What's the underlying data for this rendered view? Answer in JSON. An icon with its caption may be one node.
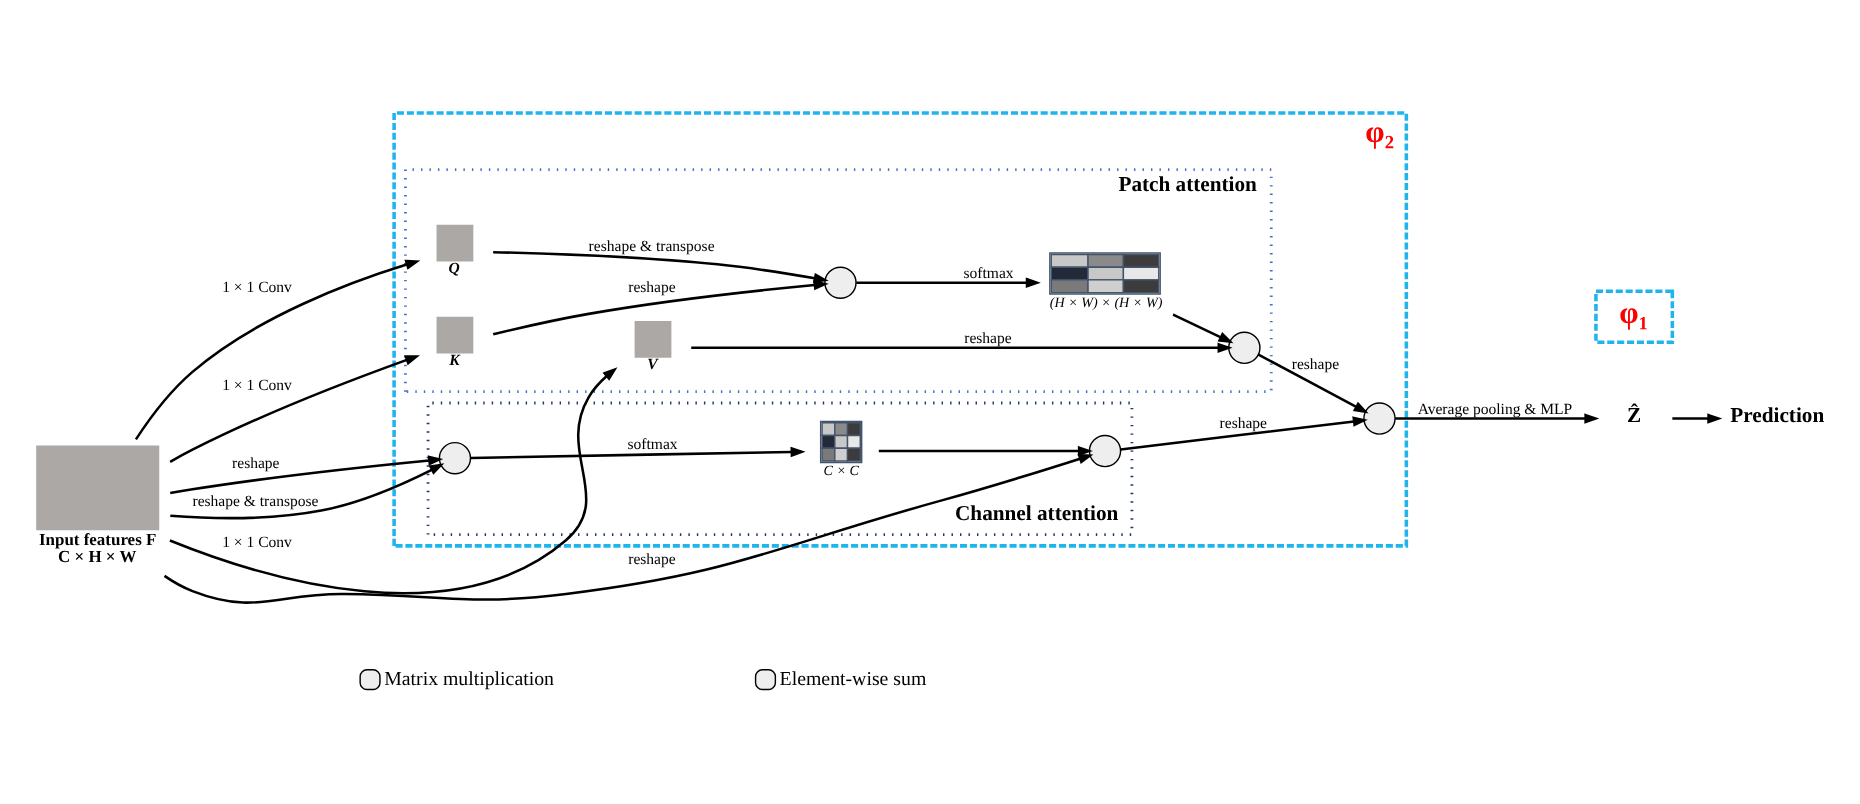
{
  "diagram": {
    "nodes": [
      {
        "text": [
          "φ₂"
        ]
      },
      {
        "text": [
          "Patch attention"
        ],
        "in": 0
      },
      {
        "text": [
          "Q"
        ],
        "in": 1
      },
      {
        "text": [
          "K"
        ],
        "in": 1
      },
      {
        "text": [
          "V"
        ],
        "in": 1
      },
      {
        "text": [],
        "shape": "circle",
        "in": 1
      },
      {
        "text": [
          "(H × W) × (H × W)"
        ],
        "in": 1
      },
      {
        "text": [],
        "shape": "circle",
        "in": 1
      },
      {
        "text": [
          "Channel attention"
        ],
        "in": 0
      },
      {
        "text": [],
        "shape": "circle",
        "in": 8
      },
      {
        "text": [
          "C × C"
        ],
        "in": 8
      },
      {
        "text": [],
        "shape": "circle",
        "in": 8
      },
      {
        "text": [],
        "shape": "circle",
        "in": 0
      },
      {
        "text": [
          "Input features F",
          "C × H × W"
        ]
      },
      {
        "text": [
          "Ẑ"
        ]
      },
      {
        "text": [
          "φ₁"
        ]
      },
      {
        "text": [
          "Prediction"
        ]
      }
    ],
    "edges": [
      {
        "from": 13,
        "to": 2,
        "arrow": "to",
        "label": "1 × 1 Conv"
      },
      {
        "from": 13,
        "to": 3,
        "arrow": "to",
        "label": "1 × 1 Conv"
      },
      {
        "from": 13,
        "to": 4,
        "arrow": "to",
        "label": "1 × 1 Conv"
      },
      {
        "from": 2,
        "to": 5,
        "arrow": "to",
        "label": "reshape & transpose"
      },
      {
        "from": 3,
        "to": 5,
        "arrow": "to",
        "label": "reshape"
      },
      {
        "from": 5,
        "to": 6,
        "arrow": "to",
        "label": "softmax"
      },
      {
        "from": 6,
        "to": 7,
        "arrow": "to"
      },
      {
        "from": 4,
        "to": 7,
        "arrow": "to",
        "label": "reshape"
      },
      {
        "from": 7,
        "to": 12,
        "arrow": "to",
        "label": "reshape"
      },
      {
        "from": 13,
        "to": 11,
        "arrow": "to",
        "label": "reshape"
      },
      {
        "from": 13,
        "to": 9,
        "arrow": "to",
        "label": "reshape"
      },
      {
        "from": 13,
        "to": 9,
        "arrow": "to",
        "label": "reshape & transpose"
      },
      {
        "from": 9,
        "to": 10,
        "arrow": "to",
        "label": "softmax"
      },
      {
        "from": 10,
        "to": 11,
        "arrow": "to"
      },
      {
        "from": 11,
        "to": 12,
        "arrow": "to",
        "label": "reshape"
      },
      {
        "from": 12,
        "to": 14,
        "arrow": "to",
        "label": "Average pooling & MLP"
      },
      {
        "from": 14,
        "to": 16,
        "arrow": "to"
      }
    ],
    "legend": [
      {
        "text": "Matrix multiplication"
      },
      {
        "text": "Element-wise sum"
      }
    ]
  }
}
